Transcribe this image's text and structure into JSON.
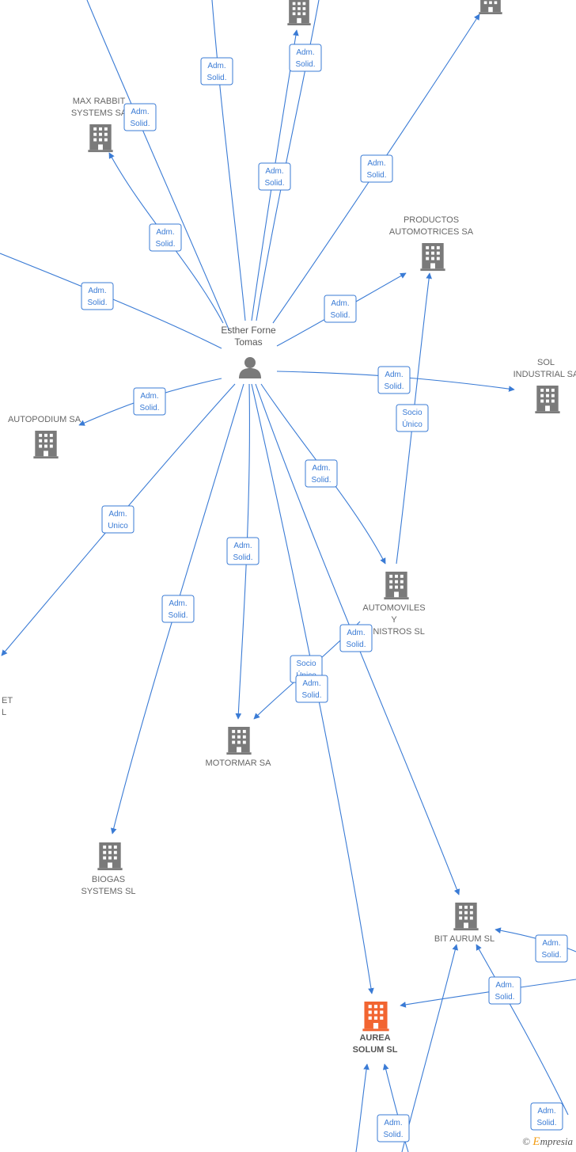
{
  "person": {
    "name_line1": "Esther Forne",
    "name_line2": "Tomas"
  },
  "companies": {
    "max_rabbit": [
      "MAX RABBIT",
      "SYSTEMS SA"
    ],
    "productos": [
      "PRODUCTOS",
      "AUTOMOTRICES SA"
    ],
    "sol": [
      "SOL",
      "INDUSTRIAL SA"
    ],
    "autopodium": [
      "AUTOPODIUM SA"
    ],
    "automoviles": [
      "AUTOMOVILES",
      "Y",
      "MINISTROS SL"
    ],
    "motormar": [
      "MOTORMAR SA"
    ],
    "biogas": [
      "BIOGAS",
      "SYSTEMS SL"
    ],
    "bit_aurum": [
      "BIT AURUM  SL"
    ],
    "aurea": [
      "AUREA",
      "SOLUM  SL"
    ],
    "left_partial": [
      "ET",
      "L"
    ]
  },
  "edge_labels": {
    "adm_solid": [
      "Adm.",
      "Solid."
    ],
    "adm_unico": [
      "Adm.",
      "Unico"
    ],
    "socio_unico": [
      "Socio",
      "Único"
    ]
  },
  "colors": {
    "edge": "#3a7bd5",
    "building": "#7a7a7a",
    "focus_building": "#f26531",
    "person": "#7a7a7a"
  },
  "watermark": {
    "copyright": "©",
    "brand_initial": "E",
    "brand_rest": "mpresia"
  }
}
